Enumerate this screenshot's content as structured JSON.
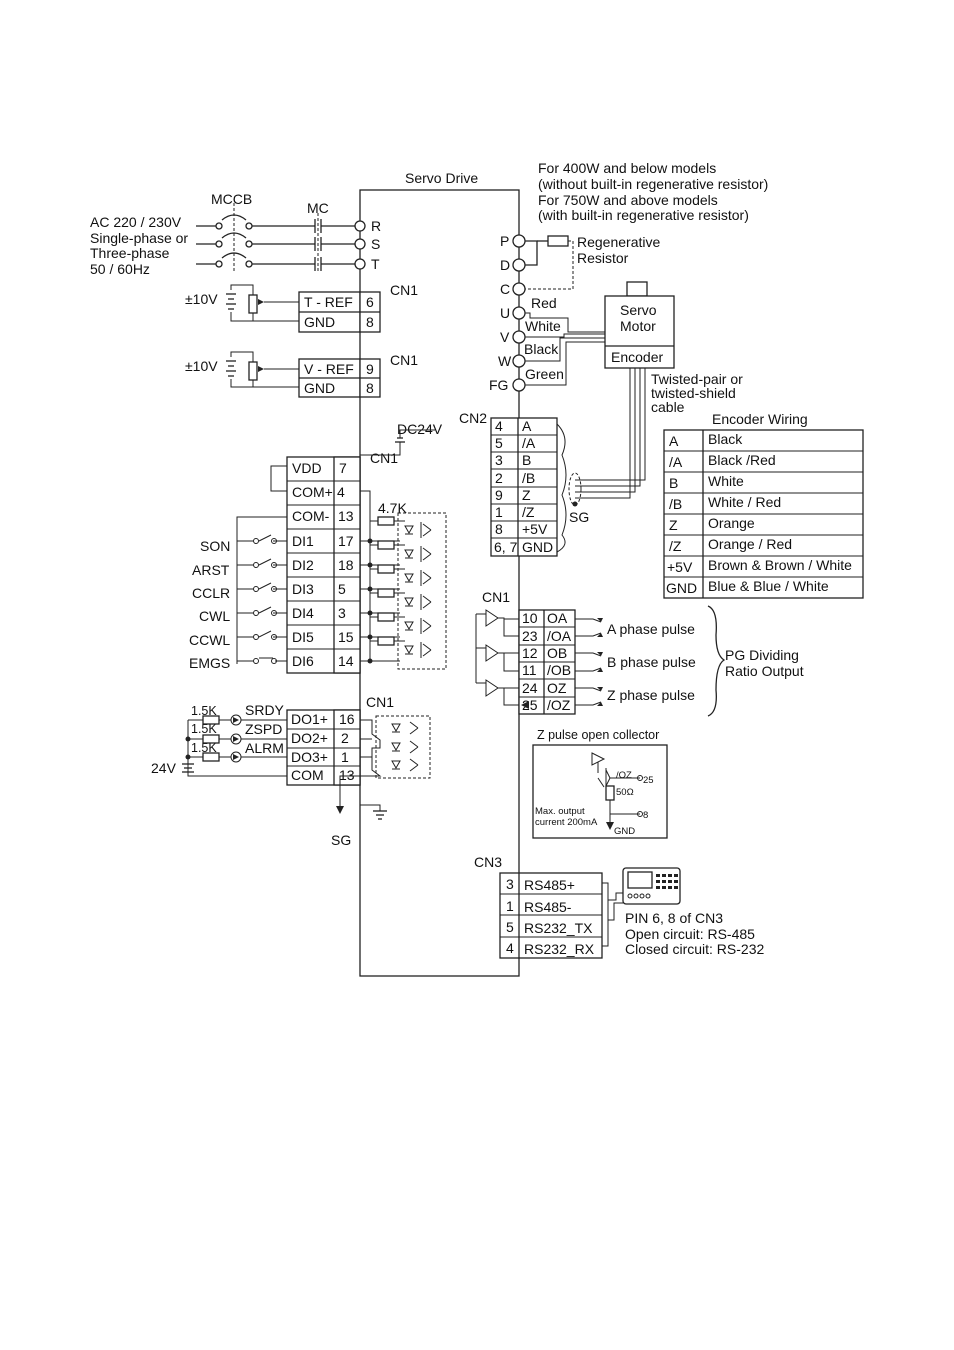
{
  "drive": {
    "title": "Servo Drive"
  },
  "regen_note": {
    "line1": "For 400W and below models",
    "line2": "(without built-in regenerative resistor)",
    "line3": "For 750W and above models",
    "line4": "(with built-in regenerative resistor)"
  },
  "power": {
    "mccb": "MCCB",
    "mc": "MC",
    "line1": "AC 220 / 230V",
    "line2": "Single-phase or",
    "line3": "Three-phase",
    "line4": "50 / 60Hz",
    "terminals": [
      "R",
      "S",
      "T"
    ]
  },
  "motor_terminals": {
    "pins": [
      "P",
      "D",
      "C",
      "U",
      "V",
      "W",
      "FG"
    ],
    "wires": [
      "Red",
      "White",
      "Black",
      "Green"
    ],
    "regen_label1": "Regenerative",
    "regen_label2": "Resistor",
    "motor_line1": "Servo",
    "motor_line2": "Motor",
    "encoder": "Encoder",
    "cable1": "Twisted-pair or",
    "cable2": "twisted-shield",
    "cable3": "cable"
  },
  "analog": {
    "volt": "±10V",
    "cn1": "CN1",
    "t_rows": [
      {
        "sig": "T - REF",
        "pin": "6"
      },
      {
        "sig": "GND",
        "pin": "8"
      }
    ],
    "v_rows": [
      {
        "sig": "V - REF",
        "pin": "9"
      },
      {
        "sig": "GND",
        "pin": "8"
      }
    ]
  },
  "cn2": {
    "label": "CN2",
    "sg": "SG",
    "rows": [
      {
        "pin": "4",
        "sig": "A"
      },
      {
        "pin": "5",
        "sig": "/A"
      },
      {
        "pin": "3",
        "sig": "B"
      },
      {
        "pin": "2",
        "sig": "/B"
      },
      {
        "pin": "9",
        "sig": "Z"
      },
      {
        "pin": "1",
        "sig": "/Z"
      },
      {
        "pin": "8",
        "sig": "+5V"
      },
      {
        "pin": "6, 7",
        "sig": "GND"
      }
    ]
  },
  "encoder_wiring": {
    "title": "Encoder Wiring",
    "rows": [
      {
        "sig": "A",
        "color": "Black"
      },
      {
        "sig": "/A",
        "color": "Black /Red"
      },
      {
        "sig": "B",
        "color": "White"
      },
      {
        "sig": "/B",
        "color": "White / Red"
      },
      {
        "sig": "Z",
        "color": "Orange"
      },
      {
        "sig": "/Z",
        "color": "Orange / Red"
      },
      {
        "sig": "+5V",
        "color": "Brown & Brown / White"
      },
      {
        "sig": "GND",
        "color": "Blue & Blue / White"
      }
    ]
  },
  "digital_in": {
    "dc24v": "DC24V",
    "cn1": "CN1",
    "resistor": "4.7K",
    "rows": [
      {
        "sig": "VDD",
        "pin": "7"
      },
      {
        "sig": "COM+",
        "pin": "4"
      },
      {
        "sig": "COM-",
        "pin": "13"
      },
      {
        "sig": "DI1",
        "pin": "17"
      },
      {
        "sig": "DI2",
        "pin": "18"
      },
      {
        "sig": "DI3",
        "pin": "5"
      },
      {
        "sig": "DI4",
        "pin": "3"
      },
      {
        "sig": "DI5",
        "pin": "15"
      },
      {
        "sig": "DI6",
        "pin": "14"
      }
    ],
    "switches": [
      "SON",
      "ARST",
      "CCLR",
      "CWL",
      "CCWL",
      "EMGS"
    ]
  },
  "digital_out": {
    "cn1": "CN1",
    "volt": "24V",
    "sg": "SG",
    "rows": [
      {
        "sig": "DO1+",
        "pin": "16",
        "load": "SRDY",
        "res": "1.5K"
      },
      {
        "sig": "DO2+",
        "pin": "2",
        "load": "ZSPD",
        "res": "1.5K"
      },
      {
        "sig": "DO3+",
        "pin": "1",
        "load": "ALRM",
        "res": "1.5K"
      },
      {
        "sig": "COM",
        "pin": "13",
        "load": "",
        "res": ""
      }
    ]
  },
  "encoder_out": {
    "cn1": "CN1",
    "rows": [
      {
        "pin": "10",
        "sig": "OA"
      },
      {
        "pin": "23",
        "sig": "/OA"
      },
      {
        "pin": "12",
        "sig": "OB"
      },
      {
        "pin": "11",
        "sig": "/OB"
      },
      {
        "pin": "24",
        "sig": "OZ"
      },
      {
        "pin": "25",
        "sig": "/OZ"
      }
    ],
    "pulses": [
      "A phase pulse",
      "B phase pulse",
      "Z phase pulse"
    ],
    "pg1": "PG Dividing",
    "pg2": "Ratio Output"
  },
  "z_pulse": {
    "title": "Z pulse open collector",
    "oz": "/OZ",
    "pin25": "25",
    "ohm": "50Ω",
    "pin8": "8",
    "max1": "Max. output",
    "max2": "current 200mA",
    "gnd": "GND"
  },
  "cn3": {
    "label": "CN3",
    "rows": [
      {
        "pin": "3",
        "sig": "RS485+"
      },
      {
        "pin": "1",
        "sig": "RS485-"
      },
      {
        "pin": "5",
        "sig": "RS232_TX"
      },
      {
        "pin": "4",
        "sig": "RS232_RX"
      }
    ],
    "note1": "PIN 6, 8 of CN3",
    "note2": "Open circuit: RS-485",
    "note3": "Closed circuit: RS-232"
  }
}
